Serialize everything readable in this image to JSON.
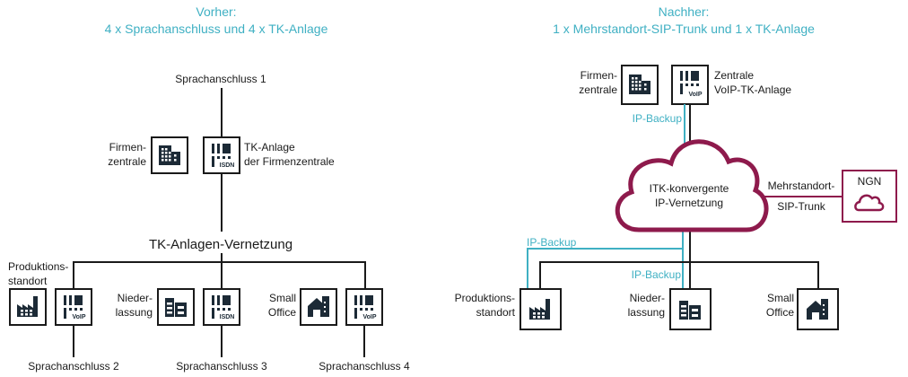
{
  "left": {
    "title_line1": "Vorher:",
    "title_line2": "4 x Sprachanschluss und 4 x TK-Anlage",
    "top_line_label": "Sprachanschluss 1",
    "hq_label_line1": "Firmen-",
    "hq_label_line2": "zentrale",
    "pbx_label_line1": "TK-Anlage",
    "pbx_label_line2": "der Firmenzentrale",
    "network_label": "TK-Anlagen-Vernetzung",
    "sites": [
      {
        "label_line1": "Produktions-",
        "label_line2": "standort",
        "pbx_type": "VoIP",
        "line_label": "Sprachanschluss 2"
      },
      {
        "label_line1": "Nieder-",
        "label_line2": "lassung",
        "pbx_type": "ISDN",
        "line_label": "Sprachanschluss 3"
      },
      {
        "label_line1": "Small",
        "label_line2": "Office",
        "pbx_type": "VoIP",
        "line_label": "Sprachanschluss 4"
      }
    ],
    "hq_pbx_type": "ISDN"
  },
  "right": {
    "title_line1": "Nachher:",
    "title_line2": "1 x Mehrstandort-SIP-Trunk und 1 x TK-Anlage",
    "hq_label_line1": "Firmen-",
    "hq_label_line2": "zentrale",
    "pbx_label_line1": "Zentrale",
    "pbx_label_line2": "VoIP-TK-Anlage",
    "pbx_type": "VoIP",
    "backup_label": "IP-Backup",
    "cloud_line1": "ITK-konvergente",
    "cloud_line2": "IP-Vernetzung",
    "trunk_line1": "Mehrstandort-",
    "trunk_line2": "SIP-Trunk",
    "ngn_label": "NGN",
    "sites": [
      {
        "label_line1": "Produktions-",
        "label_line2": "standort",
        "backup_label": "IP-Backup"
      },
      {
        "label_line1": "Nieder-",
        "label_line2": "lassung",
        "backup_label": "IP-Backup"
      },
      {
        "label_line1": "Small",
        "label_line2": "Office"
      }
    ]
  },
  "colors": {
    "title": "#3fb0c3",
    "backup": "#3fb0c3",
    "cloud": "#8e1a4c",
    "icon": "#1c2a36",
    "line": "#1a1a1a"
  }
}
